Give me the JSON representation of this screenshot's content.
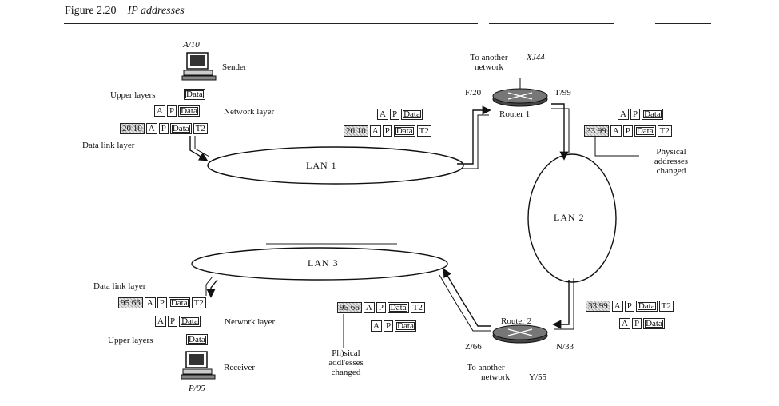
{
  "figure": {
    "number": "Figure 2.20",
    "caption": "IP addresses"
  },
  "sender": {
    "ip": "A/10",
    "label": "Sender",
    "upper": "Upper layers",
    "network": "Network layer",
    "datalink": "Data link layer"
  },
  "receiver": {
    "ip": "P/95",
    "label": "Receiver",
    "upper": "Upper layers",
    "network": "Network layer",
    "datalink": "Data link layer"
  },
  "lans": {
    "lan1": "LAN 1",
    "lan2": "LAN 2",
    "lan3": "LAN 3"
  },
  "router1": {
    "name": "Router 1",
    "left_port": "F/20",
    "right_port": "T/99",
    "to_network_line1": "To another",
    "to_network_line2": "network",
    "to_network_ip": "XJ44"
  },
  "router2": {
    "name": "Router 2",
    "left_port": "Z/66",
    "right_port": "N/33",
    "to_network_line1": "To another",
    "to_network_line2": "network",
    "to_network_ip": "Y/55"
  },
  "packet": {
    "a": "A",
    "p": "P",
    "data": "Data",
    "trailer": "T2"
  },
  "addr": {
    "sender_out": "20 10",
    "lan1_frame": "20 10",
    "lan2_frame": "33 99",
    "lan2_frame_b": "33 99",
    "lan3_frame": "95 66",
    "receiver_in": "95 66"
  },
  "notes": {
    "r1_line1": "Physical",
    "r1_line2": "addresses",
    "r1_line3": "changed",
    "r2_line1": "Ph)sical",
    "r2_line2": "addl'esses",
    "r2_line3": "changed"
  }
}
